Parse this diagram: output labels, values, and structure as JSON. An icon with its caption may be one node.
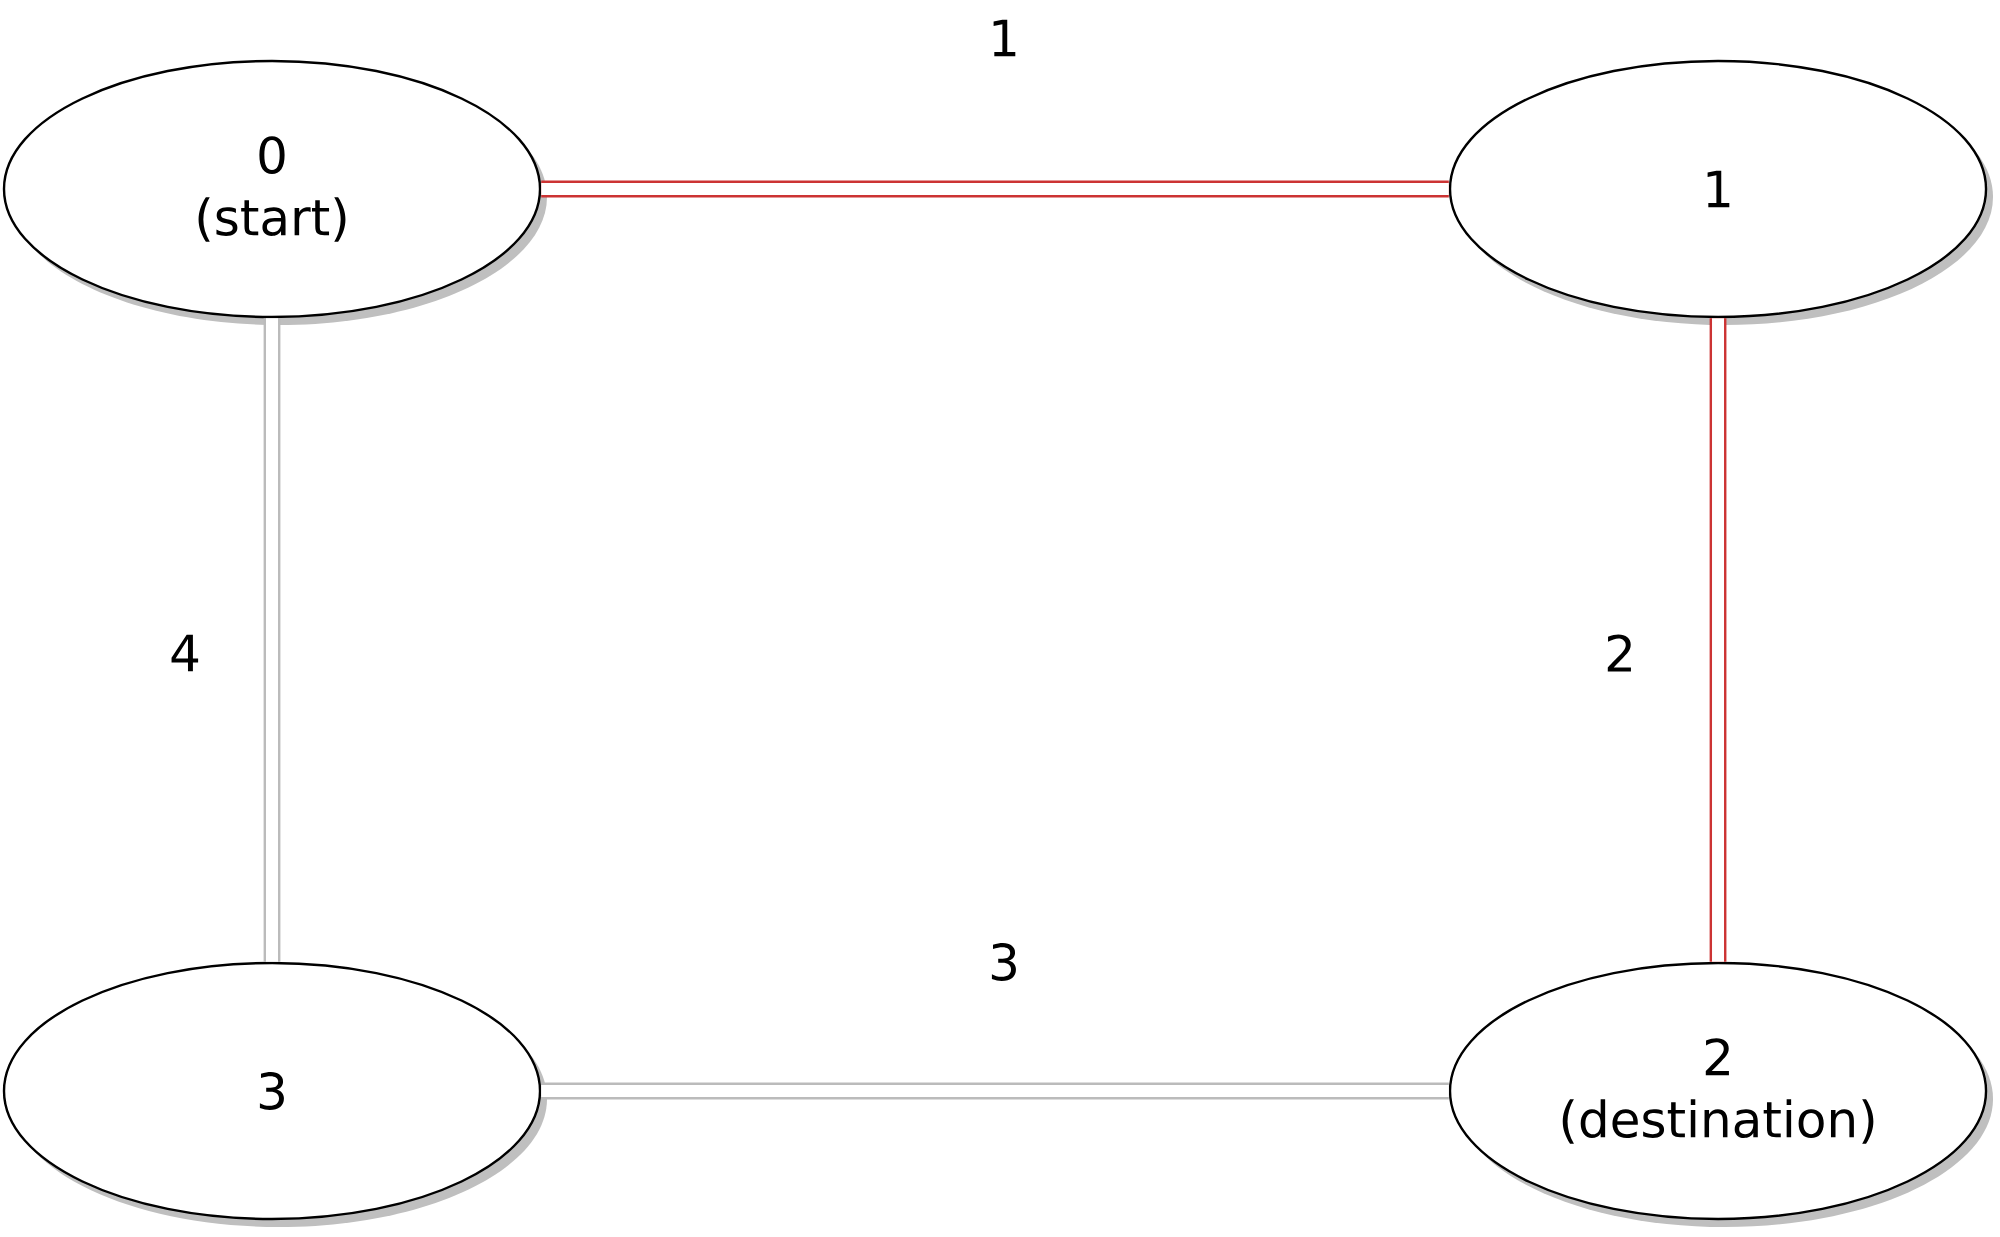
{
  "diagram": {
    "nodes": [
      {
        "text": [
          "0",
          "(start)"
        ]
      },
      {
        "text": [
          "1"
        ]
      },
      {
        "text": [
          "2",
          "(destination)"
        ]
      },
      {
        "text": [
          "3"
        ]
      }
    ],
    "edges": [
      {
        "from": 0,
        "to": 1,
        "arrow": "none",
        "label": "1",
        "color": "#cc3333"
      },
      {
        "from": 1,
        "to": 2,
        "arrow": "none",
        "label": "2",
        "color": "#cc3333"
      },
      {
        "from": 2,
        "to": 3,
        "arrow": "none",
        "label": "3",
        "color": "#bbbbbb"
      },
      {
        "from": 0,
        "to": 3,
        "arrow": "none",
        "label": "4",
        "color": "#bbbbbb"
      }
    ]
  }
}
